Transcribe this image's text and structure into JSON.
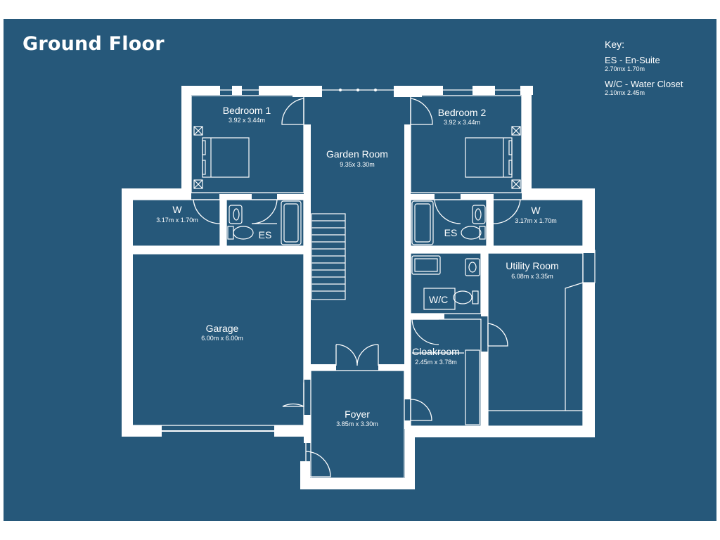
{
  "title": "Ground Floor",
  "key": {
    "heading": "Key:",
    "items": [
      {
        "label": "ES - En-Suite",
        "dims": "2.70mx 1.70m"
      },
      {
        "label": "W/C - Water Closet",
        "dims": "2.10mx 2.45m"
      }
    ]
  },
  "rooms": {
    "bedroom1": {
      "name": "Bedroom 1",
      "dims": "3.92 x 3.44m"
    },
    "bedroom2": {
      "name": "Bedroom 2",
      "dims": "3.92 x 3.44m"
    },
    "garden_room": {
      "name": "Garden Room",
      "dims": "9.35x 3.30m"
    },
    "w_left": {
      "name": "W",
      "dims": "3.17m x 1.70m"
    },
    "w_right": {
      "name": "W",
      "dims": "3.17m x 1.70m"
    },
    "es_left": {
      "name": "ES"
    },
    "es_right": {
      "name": "ES"
    },
    "wc": {
      "name": "W/C"
    },
    "utility": {
      "name": "Utility Room",
      "dims": "6.08m x 3.35m"
    },
    "garage": {
      "name": "Garage",
      "dims": "6.00m x 6.00m"
    },
    "cloakroom": {
      "name": "Cloakroom",
      "dims": "2.45m x 3.78m"
    },
    "foyer": {
      "name": "Foyer",
      "dims": "3.85m x 3.30m"
    }
  },
  "colors": {
    "background": "#26587a",
    "walls": "#ffffff",
    "border": "#ffffff"
  }
}
